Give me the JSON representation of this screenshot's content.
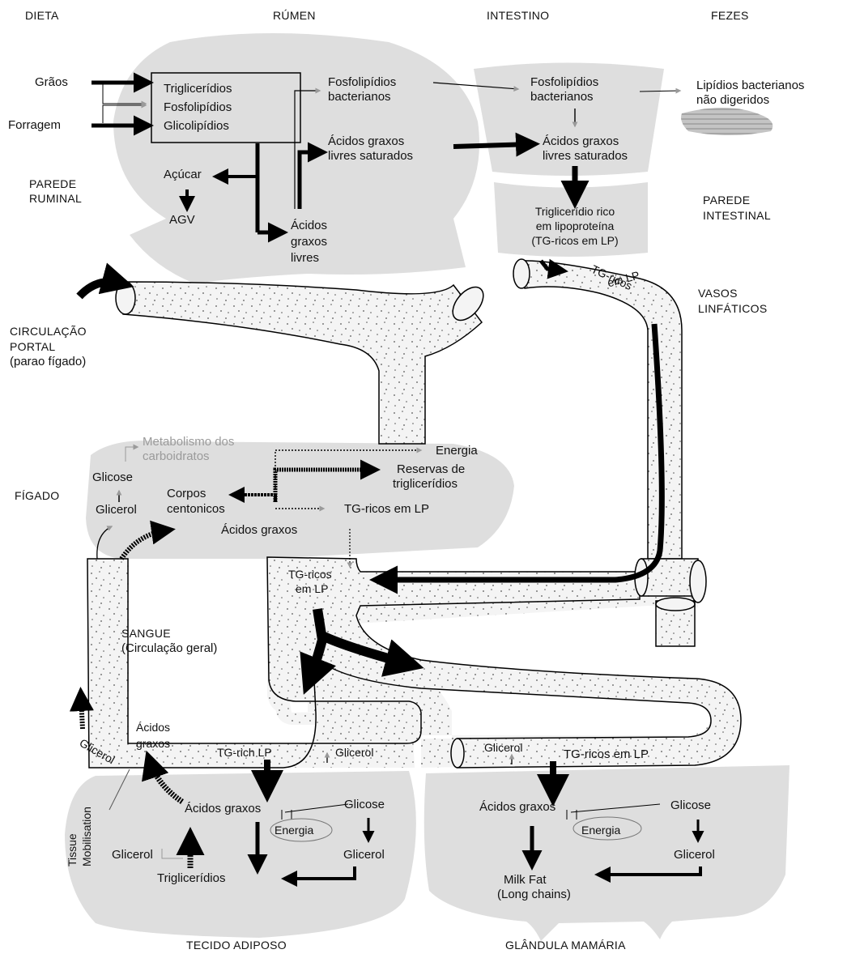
{
  "headers": {
    "dieta": "DIETA",
    "rumen": "RÚMEN",
    "intestino": "INTESTINO",
    "fezes": "FEZES"
  },
  "rumen": {
    "graos": "Grãos",
    "forragem": "Forragem",
    "box_line1": "Triglicerídios",
    "box_line2": "Fosfolipídios",
    "box_line3": "Glicolipídios",
    "acucar": "Açúcar",
    "agv": "AGV",
    "parede_line1": "PAREDE",
    "parede_line2": "RUMINAL",
    "fosfo_line1": "Fosfolipídios",
    "fosfo_line2": "bacterianos",
    "acidos_sat_line1": "Ácidos graxos",
    "acidos_sat_line2": "livres saturados",
    "acidos_livres_line1": "Ácidos",
    "acidos_livres_line2": "graxos",
    "acidos_livres_line3": "livres"
  },
  "intestine": {
    "fosfo_line1": "Fosfolipídios",
    "fosfo_line2": "bacterianos",
    "acidos_line1": "Ácidos graxos",
    "acidos_line2": "livres saturados",
    "tg_line1": "Triglicerídio rico",
    "tg_line2": "em lipoproteína",
    "tg_line3": "(TG-ricos em LP)",
    "parede_line1": "PAREDE",
    "parede_line2": "INTESTINAL"
  },
  "feces": {
    "line1": "Lipídios bacterianos",
    "line2": "não digeridos"
  },
  "lymph": {
    "label_line1": "VASOS",
    "label_line2": "LINFÁTICOS",
    "tg_line1": "TG-ricos",
    "tg_line2": "em LP"
  },
  "portal": {
    "line1": "CIRCULAÇÃO",
    "line2": "PORTAL",
    "line3": "(parao fígado)"
  },
  "liver": {
    "label": "FÍGADO",
    "metab_line1": "Metabolismo dos",
    "metab_line2": "carboidratos",
    "energia": "Energia",
    "reservas_line1": "Reservas de",
    "reservas_line2": "triglicerídios",
    "glicose": "Glicose",
    "glicerol": "Glicerol",
    "corpos_line1": "Corpos",
    "corpos_line2": "centonicos",
    "tg": "TG-ricos em LP",
    "acidos": "Ácidos graxos"
  },
  "blood": {
    "tg_line1": "TG-ricos",
    "tg_line2": "em LP",
    "sangue_line1": "SANGUE",
    "sangue_line2": "(Circulação geral)",
    "acidos_line1": "Ácidos",
    "acidos_line2": "graxos",
    "glicerol_diag": "Glicerol",
    "tg_rich": "TG-rich LP",
    "glicerol": "Glicerol"
  },
  "adipose": {
    "mobil_line1": "Tissue",
    "mobil_line2": "Mobilisation",
    "acidos": "Ácidos graxos",
    "glicose": "Glicose",
    "energia": "Energia",
    "glicerol_left": "Glicerol",
    "glicerol_right": "Glicerol",
    "triglicerideos": "Triglicerídios",
    "footer": "TECIDO ADIPOSO"
  },
  "mammary": {
    "glicerol_top": "Glicerol",
    "tg": "TG-ricos em LP",
    "acidos": "Ácidos graxos",
    "glicose": "Glicose",
    "energia": "Energia",
    "glicerol": "Glicerol",
    "milk_line1": "Milk Fat",
    "milk_line2": "(Long chains)",
    "footer": "GLÂNDULA MAMÁRIA"
  },
  "colors": {
    "region_fill": "#dedede",
    "vessel_fill": "#f4f4f4",
    "feces_fill": "#b9b9b9",
    "arrow": "#000000",
    "faint_text": "#9a9a9a"
  }
}
